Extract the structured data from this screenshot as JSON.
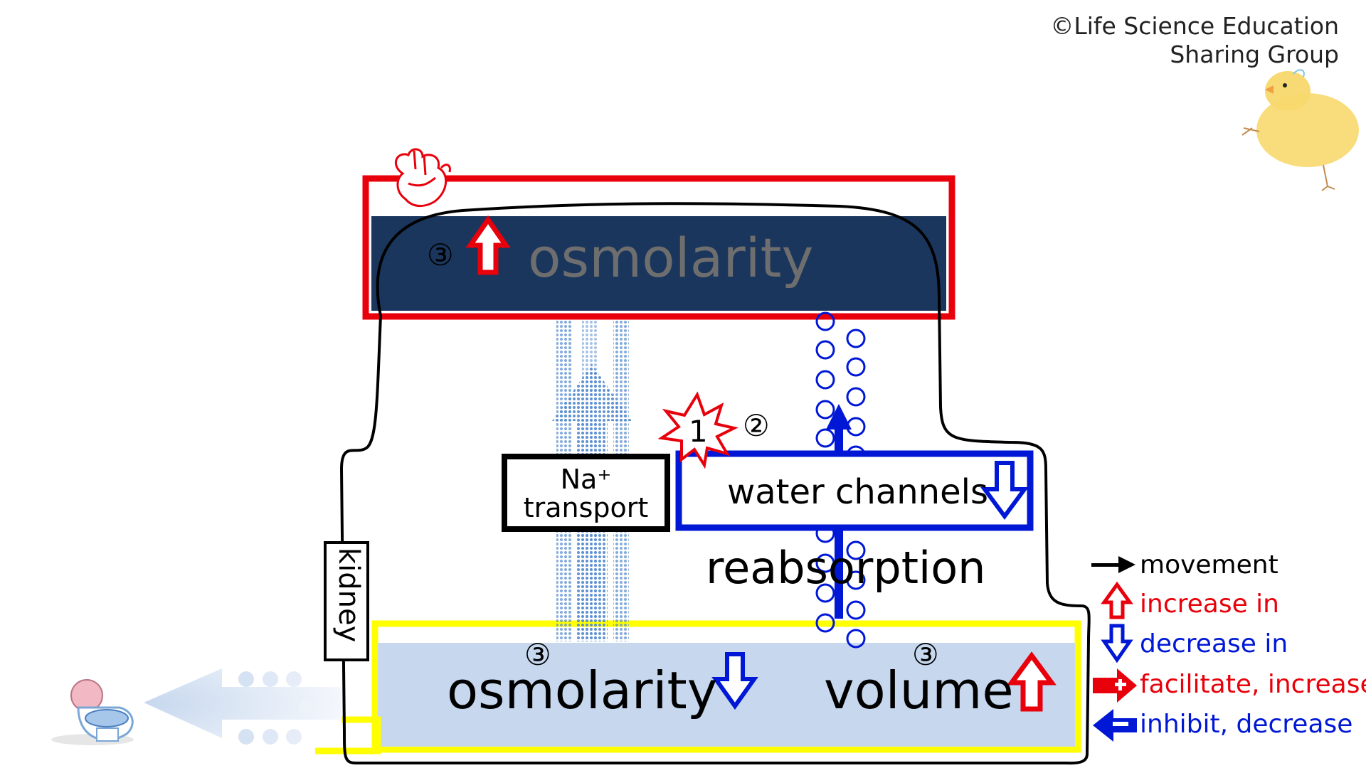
{
  "copyright": {
    "line1": "©Life Science Education",
    "line2": "Sharing Group"
  },
  "blood": {
    "marker": "③",
    "label": "osmolarity"
  },
  "urine": {
    "osmolarity_marker": "③",
    "osmolarity_label": "osmolarity",
    "volume_marker": "③",
    "volume_label": "volume"
  },
  "kidney_label": "kidney",
  "na_transport": {
    "line1": "Na⁺",
    "line2": "transport"
  },
  "water_channels": {
    "label": "water channels",
    "step_burst": "1",
    "step_marker": "②"
  },
  "reabsorption_label": "reabsorption",
  "legend": {
    "movement": "movement",
    "increase": "increase in",
    "decrease": "decrease in",
    "facilitate": "facilitate, increase",
    "inhibit": "inhibit, decrease"
  },
  "icons": [
    "heart-icon",
    "toilet-icon",
    "chick-icon"
  ],
  "colors": {
    "red": "#e8000b",
    "blue": "#0018d6",
    "yellow": "#ffff00",
    "navy": "#1b365d",
    "light_blue": "#c6d7ee",
    "dot_blue": "#5b8fd0"
  }
}
